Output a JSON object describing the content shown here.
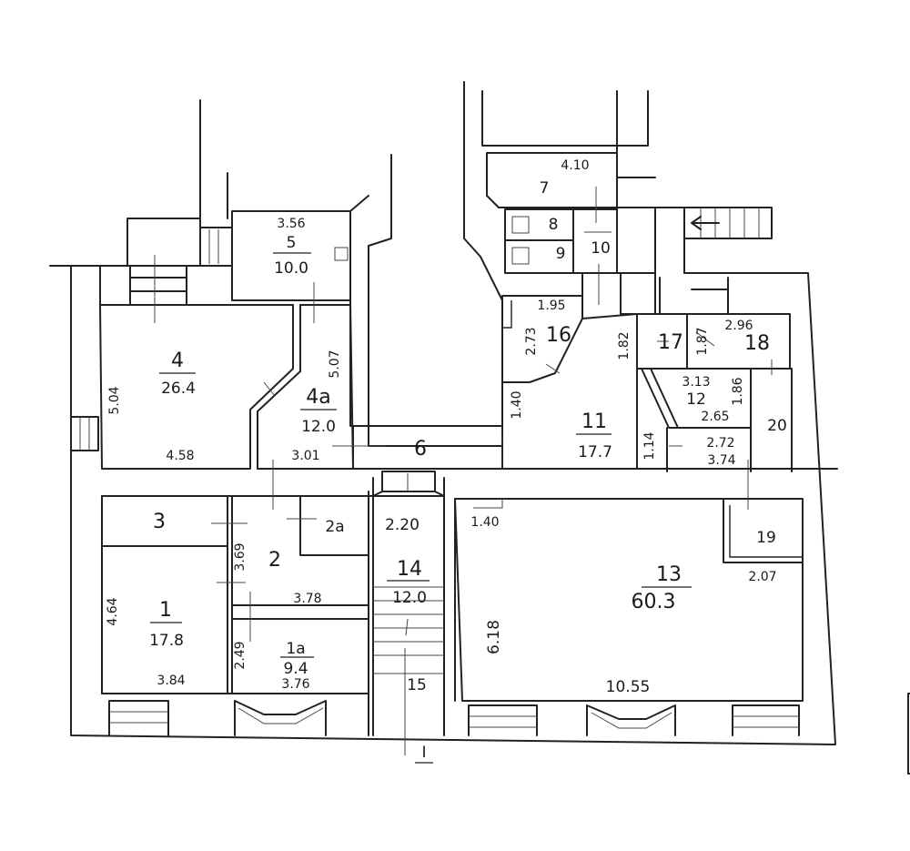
{
  "rooms": {
    "r1": {
      "number": "1",
      "area": "17.8"
    },
    "r1a": {
      "number": "1a",
      "area": "9.4"
    },
    "r2": {
      "number": "2"
    },
    "r2a": {
      "number": "2a"
    },
    "r3": {
      "number": "3"
    },
    "r4": {
      "number": "4",
      "area": "26.4"
    },
    "r4a": {
      "number": "4a",
      "area": "12.0"
    },
    "r5": {
      "number": "5",
      "area": "10.0"
    },
    "r6": {
      "number": "6"
    },
    "r7": {
      "number": "7"
    },
    "r8": {
      "number": "8"
    },
    "r9": {
      "number": "9"
    },
    "r10": {
      "number": "10"
    },
    "r11": {
      "number": "11",
      "area": "17.7"
    },
    "r12": {
      "number": "12"
    },
    "r13": {
      "number": "13",
      "area": "60.3"
    },
    "r14": {
      "number": "14",
      "area": "12.0"
    },
    "r15": {
      "number": "15"
    },
    "r16": {
      "number": "16"
    },
    "r17": {
      "number": "17"
    },
    "r18": {
      "number": "18"
    },
    "r19": {
      "number": "19"
    },
    "r20": {
      "number": "20"
    }
  },
  "dims": {
    "d356": "3.56",
    "d410": "4.10",
    "d504": "5.04",
    "d507": "5.07",
    "d458": "4.58",
    "d301": "3.01",
    "d195": "1.95",
    "d273": "2.73",
    "d140a": "1.40",
    "d182": "1.82",
    "d296": "2.96",
    "d187": "1.87",
    "d313": "3.13",
    "d186": "1.86",
    "d265": "2.65",
    "d114": "1.14",
    "d272": "2.72",
    "d374": "3.74",
    "d220": "2.20",
    "d140b": "1.40",
    "d369": "3.69",
    "d378": "3.78",
    "d464": "4.64",
    "d384": "3.84",
    "d249": "2.49",
    "d376": "3.76",
    "d618": "6.18",
    "d1055": "10.55",
    "d207": "2.07"
  },
  "section_mark": "I"
}
